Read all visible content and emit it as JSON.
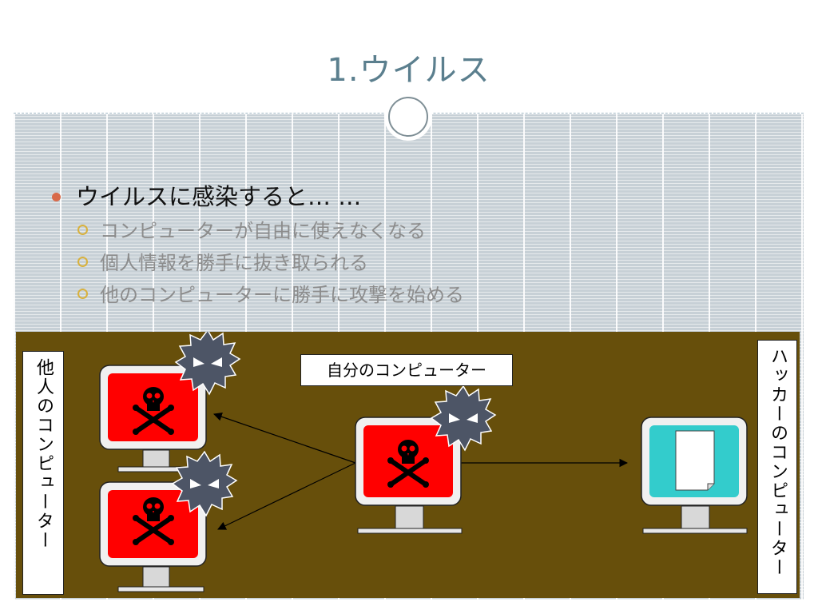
{
  "slide": {
    "title": "1.ウイルス",
    "bullet": {
      "text": "ウイルスに感染すると… …",
      "subitems": [
        "コンピューターが自由に使えなくなる",
        "個人情報を勝手に抜き取られる",
        "他のコンピューターに勝手に攻撃を始める"
      ]
    }
  },
  "diagram": {
    "label_others": "他人のコンピューター",
    "label_mine": "自分のコンピューター",
    "label_hacker": "ハッカーのコンピューター",
    "colors": {
      "background": "#674f0b",
      "infected_screen": "#ff0000",
      "hacker_screen": "#33cccc",
      "virus": "#4d5566"
    },
    "icons": [
      "skull-and-crossbones-icon",
      "virus-icon",
      "document-icon"
    ]
  }
}
